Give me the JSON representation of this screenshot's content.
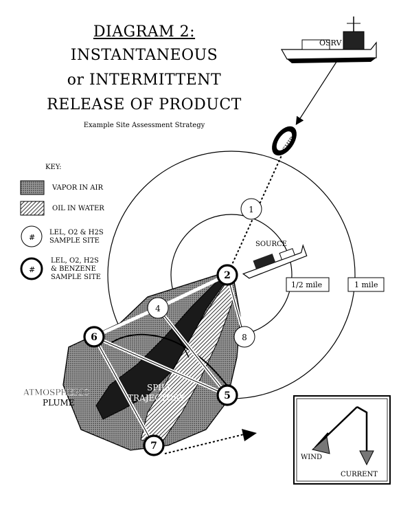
{
  "title": {
    "line1": "DIAGRAM 2:",
    "line2": "INSTANTANEOUS",
    "line3": "or INTERMITTENT",
    "line4": "RELEASE OF PRODUCT"
  },
  "subtitle": "Example Site Assessment Strategy",
  "key": {
    "heading": "KEY:",
    "vapor": "VAPOR IN AIR",
    "oil": "OIL IN WATER",
    "site_symbol_plain": "#",
    "site_plain_line1": "LEL, O2 & H2S",
    "site_plain_line2": "SAMPLE SITE",
    "site_symbol_bold": "#",
    "site_bold_line1": "LEL, O2, H2S",
    "site_bold_line2": "& BENZENE",
    "site_bold_line3": "SAMPLE SITE"
  },
  "labels": {
    "osrv": "OSRV",
    "ship": "SHIP",
    "source": "SOURCE",
    "half_mile": "1/2 mile",
    "one_mile": "1 mile",
    "atmospheric_line1": "ATMOSPHERIC",
    "atmospheric_line2": "PLUME",
    "spill_line1": "SPILL",
    "spill_line2": "TRAJECTORY",
    "wind": "WIND",
    "current": "CURRENT"
  },
  "sample_sites": [
    {
      "number": "1",
      "type": "plain"
    },
    {
      "number": "2",
      "type": "bold"
    },
    {
      "number": "4",
      "type": "plain"
    },
    {
      "number": "6",
      "type": "bold"
    },
    {
      "number": "8",
      "type": "plain"
    },
    {
      "number": "5",
      "type": "bold"
    },
    {
      "number": "7",
      "type": "bold"
    }
  ]
}
